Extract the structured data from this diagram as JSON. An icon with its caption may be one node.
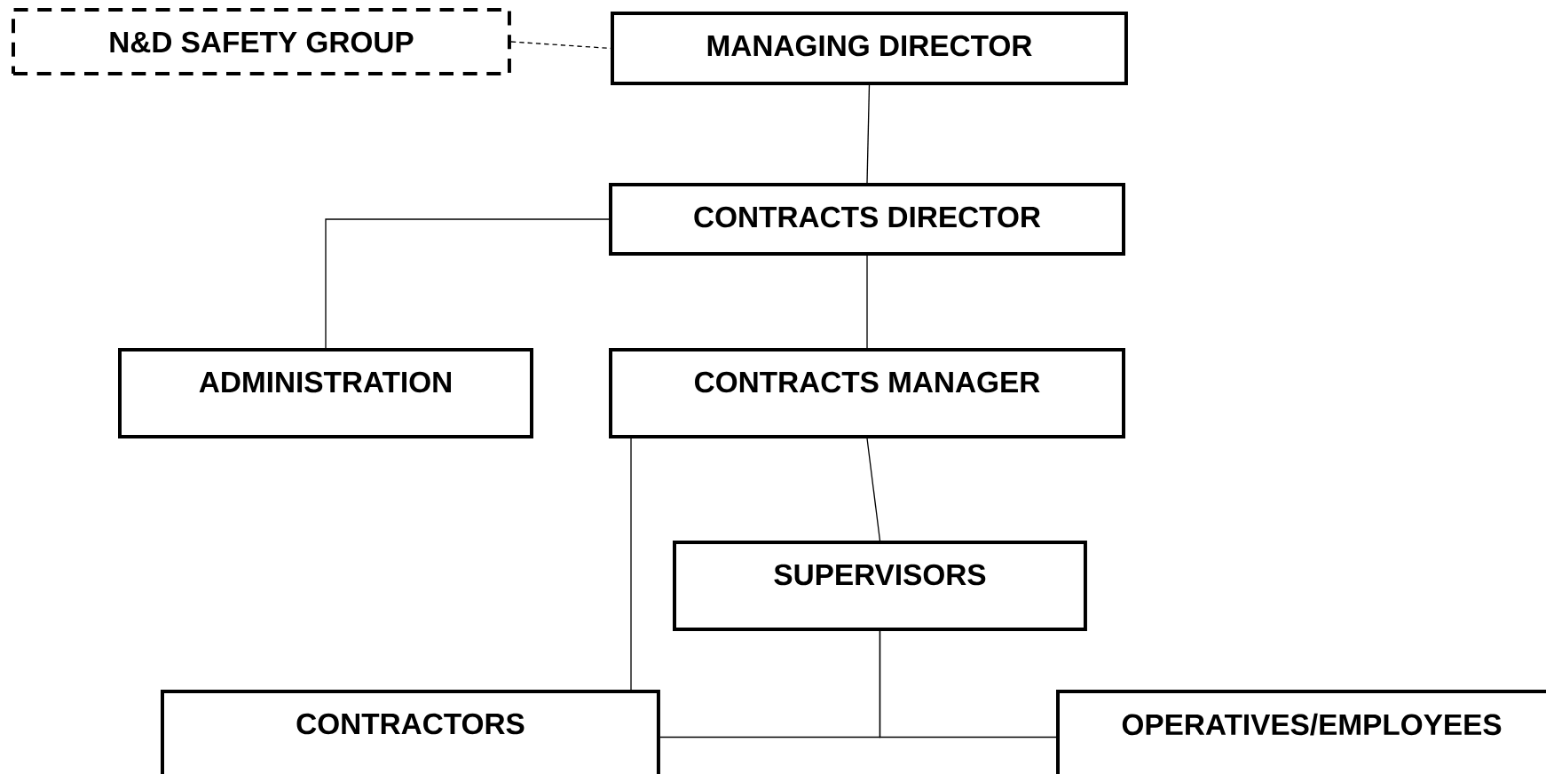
{
  "diagram": {
    "nodes": [
      {
        "text": [
          "N&D SAFETY GROUP"
        ]
      },
      {
        "text": [
          "MANAGING DIRECTOR"
        ]
      },
      {
        "text": [
          "CONTRACTS DIRECTOR"
        ]
      },
      {
        "text": [
          "ADMINISTRATION"
        ]
      },
      {
        "text": [
          "CONTRACTS MANAGER"
        ]
      },
      {
        "text": [
          "SUPERVISORS"
        ]
      },
      {
        "text": [
          "CONTRACTORS"
        ]
      },
      {
        "text": [
          "OPERATIVES/EMPLOYEES"
        ]
      }
    ],
    "edges": [
      {
        "from": 0,
        "to": 1,
        "arrow": "none",
        "style": "dashed"
      },
      {
        "from": 1,
        "to": 2,
        "arrow": "none"
      },
      {
        "from": 2,
        "to": 3,
        "arrow": "none"
      },
      {
        "from": 2,
        "to": 4,
        "arrow": "none"
      },
      {
        "from": 4,
        "to": 5,
        "arrow": "none"
      },
      {
        "from": 4,
        "to": 6,
        "arrow": "none"
      },
      {
        "from": 5,
        "to": 6,
        "arrow": "none"
      },
      {
        "from": 5,
        "to": 7,
        "arrow": "none"
      }
    ]
  }
}
